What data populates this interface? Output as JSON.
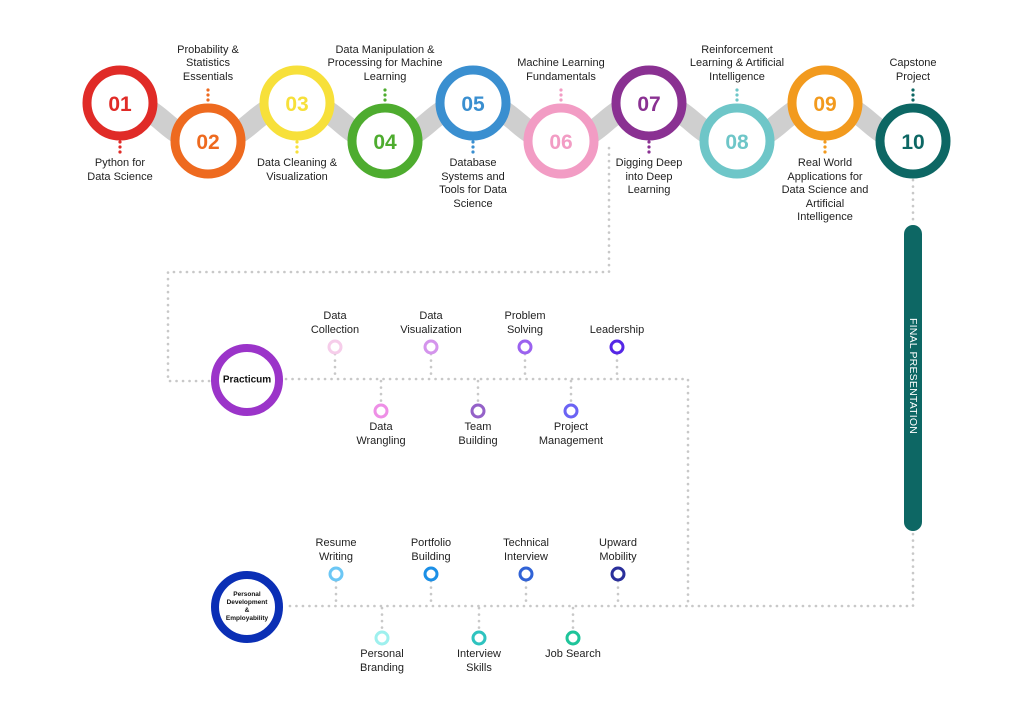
{
  "roadmap": {
    "connector_color": "#cfcfcf",
    "modules": [
      {
        "number": "01",
        "label": "Python for\nData Science",
        "color": "#e02b27",
        "label_position": "below"
      },
      {
        "number": "02",
        "label": "Probability &\nStatistics\nEssentials",
        "color": "#ee6a1f",
        "label_position": "above"
      },
      {
        "number": "03",
        "label": "Data Cleaning &\nVisualization",
        "color": "#f7e03a",
        "label_position": "below"
      },
      {
        "number": "04",
        "label": "Data Manipulation &\nProcessing for Machine\nLearning",
        "color": "#4eac2f",
        "label_position": "above"
      },
      {
        "number": "05",
        "label": "Database\nSystems and\nTools for Data\nScience",
        "color": "#3a8fd0",
        "label_position": "below"
      },
      {
        "number": "06",
        "label": "Machine Learning\nFundamentals",
        "color": "#f29cc4",
        "label_position": "above"
      },
      {
        "number": "07",
        "label": "Digging Deep\ninto Deep\nLearning",
        "color": "#8a3192",
        "label_position": "below"
      },
      {
        "number": "08",
        "label": "Reinforcement\nLearning & Artificial\nIntelligence",
        "color": "#6ec6c8",
        "label_position": "above"
      },
      {
        "number": "09",
        "label": "Real World\nApplications for\nData Science and\nArtificial\nIntelligence",
        "color": "#f29a1e",
        "label_position": "below"
      },
      {
        "number": "10",
        "label": "Capstone\nProject",
        "color": "#0d6764",
        "label_position": "above"
      }
    ]
  },
  "final_presentation": {
    "label": "FINAL PRESENTATION",
    "color": "#0d6764"
  },
  "practicum": {
    "label": "Practicum",
    "color": "#9b34c9",
    "skills": [
      {
        "label": "Data\nCollection",
        "color": "#f6cdea",
        "position": "above"
      },
      {
        "label": "Data\nWrangling",
        "color": "#ee8fe6",
        "position": "below"
      },
      {
        "label": "Data\nVisualization",
        "color": "#d494ec",
        "position": "above"
      },
      {
        "label": "Team\nBuilding",
        "color": "#9461c8",
        "position": "below"
      },
      {
        "label": "Problem\nSolving",
        "color": "#9b62ef",
        "position": "above"
      },
      {
        "label": "Project\nManagement",
        "color": "#6b63f4",
        "position": "below"
      },
      {
        "label": "Leadership",
        "color": "#5526e6",
        "position": "above"
      }
    ]
  },
  "personal_development": {
    "label": "Personal\nDevelopment\n&\nEmployability",
    "color": "#0b2fb5",
    "skills": [
      {
        "label": "Resume\nWriting",
        "color": "#6cc7f5",
        "position": "above"
      },
      {
        "label": "Personal\nBranding",
        "color": "#9ef0ee",
        "position": "below"
      },
      {
        "label": "Portfolio\nBuilding",
        "color": "#1b8fe6",
        "position": "above"
      },
      {
        "label": "Interview\nSkills",
        "color": "#2ec3bf",
        "position": "below"
      },
      {
        "label": "Technical\nInterview",
        "color": "#3163d6",
        "position": "above"
      },
      {
        "label": "Job Search",
        "color": "#1ec49a",
        "position": "below"
      },
      {
        "label": "Upward\nMobility",
        "color": "#2a2f9b",
        "position": "above"
      }
    ]
  }
}
